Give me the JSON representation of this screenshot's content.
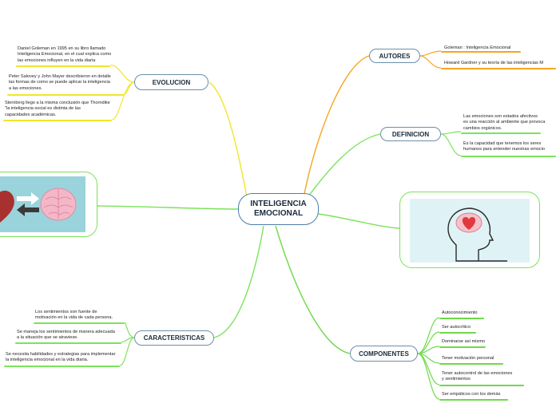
{
  "central": {
    "title": "INTELIGENCIA\nEMOCIONAL"
  },
  "branches": {
    "evolucion": {
      "label": "EVOLUCION",
      "leaves": [
        "Daniel Goleman en 1995 en su libro llamado\nInteligencia Emocional, en el cual explica como\nlas emociones influyen en la vida diaria",
        "Peter  Salovey y John Mayer describieron en detalle\nlas formas de como se puede aplicar la inteligencia\na las emociones.",
        "Sternberg llego a la  misma conclusión que Thorndike\n\"la inteligencia social es distinta de las\ncapacidades académicas."
      ]
    },
    "autores": {
      "label": "AUTORES",
      "leaves": [
        "Goleman : Inteligencia Emocional",
        "Howard Gardner y su teoría de las inteligencias M"
      ]
    },
    "definicion": {
      "label": "DEFINICION",
      "leaves": [
        "Las emociones son estados afectivos\nes una reacción al ambiente que provoca\ncambios orgánicos.",
        "Es la capacidad que tenemos los seres\nhumanos para entender nuestras emocio"
      ]
    },
    "caracteristicas": {
      "label": "CARACTERISTICAS",
      "leaves": [
        "Los sentimientos son fuente de\nmotivación en la vida de cada persona.",
        "Se maneja los sentimientos de manera adecuada\na la situación que se atraviese.",
        "Se necesita habilidades y estrategias para implementar\nla inteligencia emocional en la vida diaria."
      ]
    },
    "componentes": {
      "label": "COMPONENTES",
      "leaves": [
        "Autoconocimiento",
        "Ser autocrítico",
        "Dominarse así mismo",
        "Tener motivación personal",
        "Tener autocontrol de  las emociones\ny sentimientos",
        "Ser empáticos con los demás"
      ]
    }
  },
  "colors": {
    "evolucion": "#f2e52a",
    "autores": "#f5a623",
    "definicion": "#7be35a",
    "caracteristicas": "#7be35a",
    "componentes": "#6fd94a",
    "images": "#7be35a",
    "central_border": "#4a7fa6"
  }
}
